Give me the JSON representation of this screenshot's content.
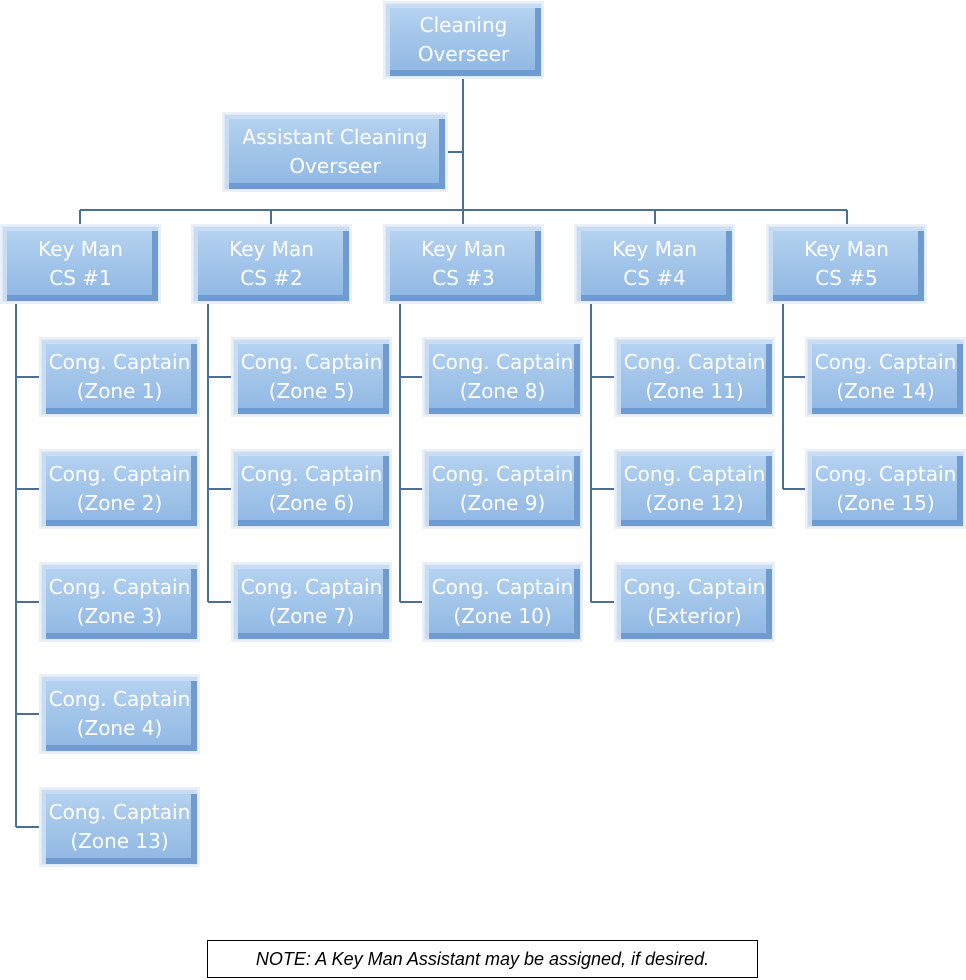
{
  "overseer": [
    "Cleaning",
    "Overseer"
  ],
  "assistant": [
    "Assistant Cleaning",
    "Overseer"
  ],
  "key_men": [
    {
      "line1": "Key Man",
      "line2": "CS #1",
      "captains": [
        {
          "line1": "Cong. Captain",
          "line2": "(Zone 1)"
        },
        {
          "line1": "Cong. Captain",
          "line2": "(Zone 2)"
        },
        {
          "line1": "Cong. Captain",
          "line2": "(Zone 3)"
        },
        {
          "line1": "Cong. Captain",
          "line2": "(Zone 4)"
        },
        {
          "line1": "Cong. Captain",
          "line2": "(Zone 13)"
        }
      ]
    },
    {
      "line1": "Key Man",
      "line2": "CS #2",
      "captains": [
        {
          "line1": "Cong. Captain",
          "line2": "(Zone 5)"
        },
        {
          "line1": "Cong. Captain",
          "line2": "(Zone 6)"
        },
        {
          "line1": "Cong. Captain",
          "line2": "(Zone 7)"
        }
      ]
    },
    {
      "line1": "Key Man",
      "line2": "CS #3",
      "captains": [
        {
          "line1": "Cong. Captain",
          "line2": "(Zone 8)"
        },
        {
          "line1": "Cong. Captain",
          "line2": "(Zone 9)"
        },
        {
          "line1": "Cong. Captain",
          "line2": "(Zone 10)"
        }
      ]
    },
    {
      "line1": "Key Man",
      "line2": "CS #4",
      "captains": [
        {
          "line1": "Cong. Captain",
          "line2": "(Zone 11)"
        },
        {
          "line1": "Cong. Captain",
          "line2": "(Zone 12)"
        },
        {
          "line1": "Cong. Captain",
          "line2": "(Exterior)"
        }
      ]
    },
    {
      "line1": "Key Man",
      "line2": "CS #5",
      "captains": [
        {
          "line1": "Cong. Captain",
          "line2": "(Zone 14)"
        },
        {
          "line1": "Cong. Captain",
          "line2": "(Zone 15)"
        }
      ]
    }
  ],
  "note": "NOTE:  A Key Man Assistant may be assigned, if desired.",
  "colors": {
    "box_fill": "#9ec2e9",
    "connector": "#4a6f96"
  }
}
